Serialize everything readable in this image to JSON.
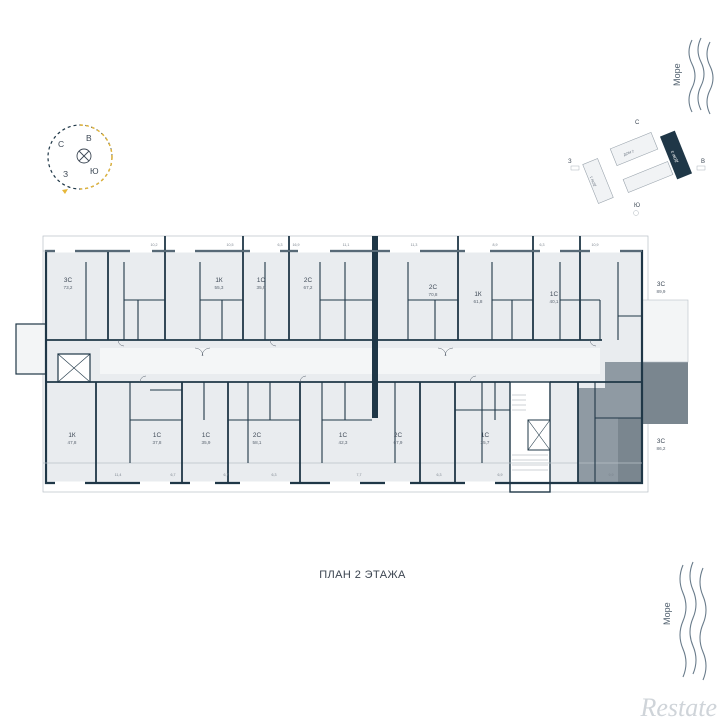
{
  "title": "ПЛАН 2 ЭТАЖА",
  "sea_label": "Море",
  "brand": "Restate",
  "compass": {
    "north": "С",
    "east": "В",
    "south": "Ю",
    "west": "З"
  },
  "site_plan": {
    "north": "С",
    "east": "В",
    "south": "Ю",
    "west": "З",
    "highlight_label": "ДОМ 3",
    "building_labels": [
      "ДОМ 2",
      "ДОМ 1"
    ]
  },
  "colors": {
    "wall": "#1f3747",
    "floor": "#e9ecef",
    "highlight": "#8f9aa3",
    "highlight_dark": "#7a868f",
    "sea": "#6b7d8c"
  },
  "apartments_top": [
    {
      "type": "3С",
      "area": "73,2"
    },
    {
      "type": "1К",
      "area": "55,3"
    },
    {
      "type": "1С",
      "area": "35,9"
    },
    {
      "type": "2С",
      "area": "67,2"
    },
    {
      "type": "2С",
      "area": "70,8"
    },
    {
      "type": "1К",
      "area": "61,8"
    },
    {
      "type": "1С",
      "area": "40,1"
    },
    {
      "type": "3С",
      "area": "89,9"
    }
  ],
  "apartments_bottom": [
    {
      "type": "1К",
      "area": "47,8"
    },
    {
      "type": "1С",
      "area": "37,8"
    },
    {
      "type": "1С",
      "area": "35,9"
    },
    {
      "type": "2С",
      "area": "58,1"
    },
    {
      "type": "1С",
      "area": "42,3"
    },
    {
      "type": "2С",
      "area": "67,9"
    },
    {
      "type": "1С",
      "area": "35,7"
    },
    {
      "type": "3С",
      "area": "86,2"
    }
  ],
  "dims_top": [
    "10,2",
    "10,5",
    "6,3",
    "16,9",
    "11,1",
    "11,3",
    "8,9",
    "6,3",
    "10,9"
  ],
  "dims_bottom": [
    "11,4",
    "6,7",
    "6,7",
    "6,3",
    "7,7",
    "6,3",
    "6,9",
    "9,9"
  ]
}
